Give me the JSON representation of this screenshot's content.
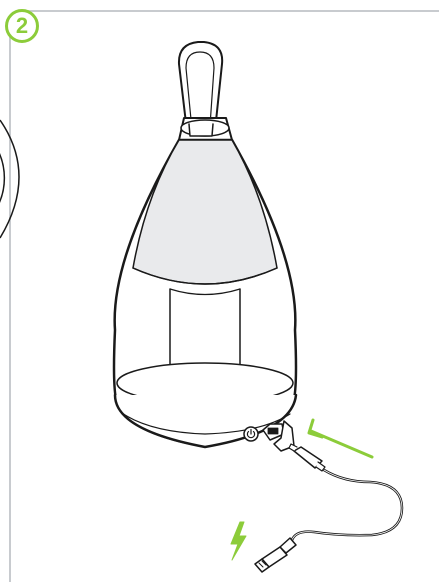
{
  "step": {
    "number": "2"
  },
  "illustration": {
    "subject": "lamp",
    "accessories": [
      "usb-cable",
      "power-button",
      "charging-port"
    ],
    "icons": [
      "lightning-bolt-icon",
      "arrow-icon",
      "power-icon"
    ]
  },
  "colors": {
    "accent": "#8ccc3a",
    "outline": "#1a1a1a",
    "shade_fill": "#e9eaec",
    "panel_border": "#c8cbcf"
  }
}
